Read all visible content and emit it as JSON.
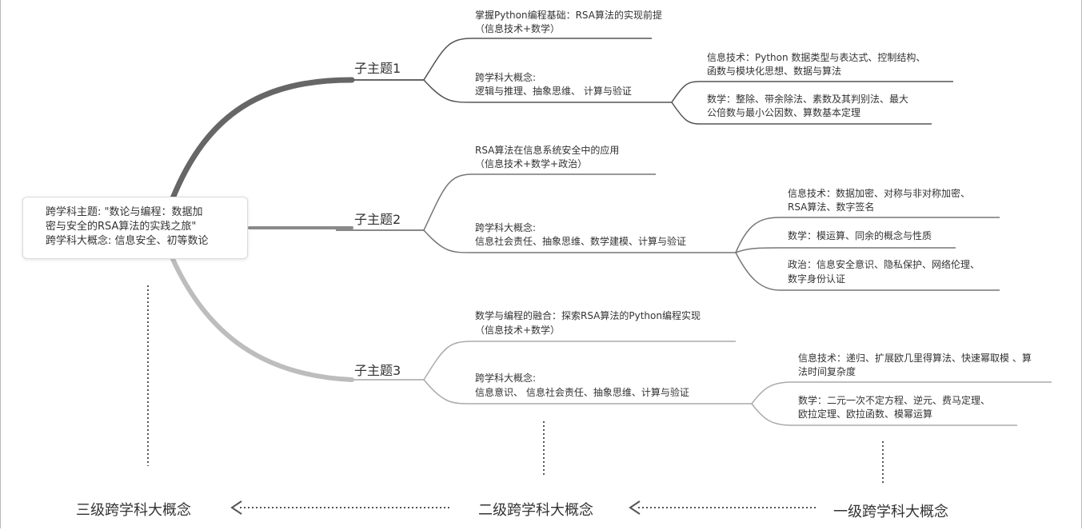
{
  "root": {
    "title_line1": "跨学科主题: \"数论与编程：数据加",
    "title_line2": "密与安全的RSA算法的实践之旅\"",
    "concept": "跨学科大概念: 信息安全、初等数论"
  },
  "subtopics": [
    {
      "label": "子主题1",
      "application": {
        "line1": "掌握Python编程基础：RSA算法的实现前提",
        "line2": "（信息技术+数学）"
      },
      "concept": {
        "line1": "跨学科大概念:",
        "line2": "逻辑与推理、抽象思维、 计算与验证"
      },
      "details": [
        {
          "line1": "信息技术：Python 数据类型与表达式、控制结构、",
          "line2": "函数与模块化思想、数据与算法"
        },
        {
          "line1": "数学：整除、带余除法、素数及其判别法、最大",
          "line2": "公倍数与最小公因数、算数基本定理"
        }
      ]
    },
    {
      "label": "子主题2",
      "application": {
        "line1": "RSA算法在信息系统安全中的应用",
        "line2": "（信息技术+数学+政治）"
      },
      "concept": {
        "line1": "跨学科大概念:",
        "line2": "信息社会责任、抽象思维、数学建模、计算与验证"
      },
      "details": [
        {
          "line1": "信息技术：数据加密、对称与非对称加密、",
          "line2": "RSA算法、数字签名"
        },
        {
          "line1": "数学：模运算、同余的概念与性质",
          "line2": ""
        },
        {
          "line1": "政治：信息安全意识、隐私保护、网络伦理、",
          "line2": "数字身份认证"
        }
      ]
    },
    {
      "label": "子主题3",
      "application": {
        "line1": "数学与编程的融合：探索RSA算法的Python编程实现",
        "line2": "（信息技术+数学）"
      },
      "concept": {
        "line1": "跨学科大概念:",
        "line2": "信息意识、 信息社会责任、抽象思维、计算与验证"
      },
      "details": [
        {
          "line1": "信息技术：递归、扩展欧几里得算法、快速幂取模 、算",
          "line2": "法时间复杂度"
        },
        {
          "line1": "数学：二元一次不定方程、逆元、费马定理、",
          "line2": "欧拉定理、欧拉函数、模幂运算"
        }
      ]
    }
  ],
  "levels": {
    "level3": "三级跨学科大概念",
    "level2": "二级跨学科大概念",
    "level1": "一级跨学科大概念"
  }
}
